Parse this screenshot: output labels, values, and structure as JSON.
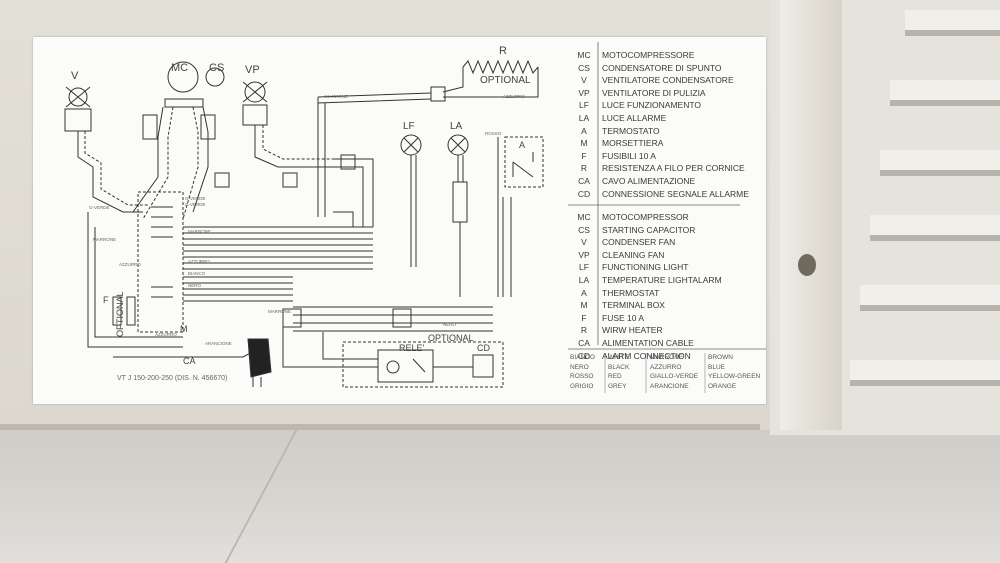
{
  "diagram": {
    "symbols": {
      "v": "V",
      "mc": "MC",
      "cs": "CS",
      "vp": "VP",
      "r": "R",
      "lf": "LF",
      "la": "LA",
      "a": "A",
      "m": "M",
      "ca": "CA",
      "cd": "CD",
      "f": "F",
      "rele": "RELE'"
    },
    "optional_top": "OPTIONAL",
    "optional_left": "OPTIONAL",
    "optional_bottom": "OPTIONAL",
    "model_line": "VT J 150-200-250 (DIS. N. 456670)",
    "wire_labels": {
      "g_verde_1": "G-VERDE",
      "g_verde_2": "G-VERDE",
      "g_verde_3": "G-VERDE",
      "marrone_a": "MARRONE",
      "marrone_b": "MARRONE",
      "marrone_c": "MARRONE",
      "azzurro_a": "AZZURRO",
      "azzurro_b": "AZZURRO",
      "azzurro_c": "AZZURRO",
      "bianco_a": "BIANCO",
      "nero_a": "NERO",
      "nero_b": "NERO",
      "rosso_a": "ROSSO",
      "arancione_a": "ARANCIONE",
      "marrone_r": "MARRONE",
      "azzurro_r": "AZZURRO"
    }
  },
  "legend_it": [
    {
      "code": "MC",
      "text": "MOTOCOMPRESSORE"
    },
    {
      "code": "CS",
      "text": "CONDENSATORE DI SPUNTO"
    },
    {
      "code": "V",
      "text": "VENTILATORE CONDENSATORE"
    },
    {
      "code": "VP",
      "text": "VENTILATORE DI PULIZIA"
    },
    {
      "code": "LF",
      "text": "LUCE FUNZIONAMENTO"
    },
    {
      "code": "LA",
      "text": "LUCE ALLARME"
    },
    {
      "code": "A",
      "text": "TERMOSTATO"
    },
    {
      "code": "M",
      "text": "MORSETTIERA"
    },
    {
      "code": "F",
      "text": "FUSIBILI 10 A"
    },
    {
      "code": "R",
      "text": "RESISTENZA A FILO PER CORNICE"
    },
    {
      "code": "CA",
      "text": "CAVO ALIMENTAZIONE"
    },
    {
      "code": "CD",
      "text": "CONNESSIONE SEGNALE ALLARME"
    }
  ],
  "legend_en": [
    {
      "code": "MC",
      "text": "MOTOCOMPRESSOR"
    },
    {
      "code": "CS",
      "text": "STARTING CAPACITOR"
    },
    {
      "code": "V",
      "text": "CONDENSER FAN"
    },
    {
      "code": "VP",
      "text": "CLEANING FAN"
    },
    {
      "code": "LF",
      "text": "FUNCTIONING LIGHT"
    },
    {
      "code": "LA",
      "text": "TEMPERATURE LIGHTALARM"
    },
    {
      "code": "A",
      "text": "THERMOSTAT"
    },
    {
      "code": "M",
      "text": "TERMINAL BOX"
    },
    {
      "code": "F",
      "text": "FUSE 10 A"
    },
    {
      "code": "R",
      "text": "WIRW HEATER"
    },
    {
      "code": "CA",
      "text": "ALIMENTATION CABLE"
    },
    {
      "code": "CD",
      "text": "ALARM CONNECTION"
    }
  ],
  "colors_table": [
    {
      "it1": "BIANCO",
      "en1": "WHITE",
      "it2": "MARRONE",
      "en2": "BROWN"
    },
    {
      "it1": "NERO",
      "en1": "BLACK",
      "it2": "AZZURRO",
      "en2": "BLUE"
    },
    {
      "it1": "ROSSO",
      "en1": "RED",
      "it2": "GIALLO-VERDE",
      "en2": "YELLOW-GREEN"
    },
    {
      "it1": "GRIGIO",
      "en1": "GREY",
      "it2": "ARANCIONE",
      "en2": "ORANGE"
    }
  ]
}
